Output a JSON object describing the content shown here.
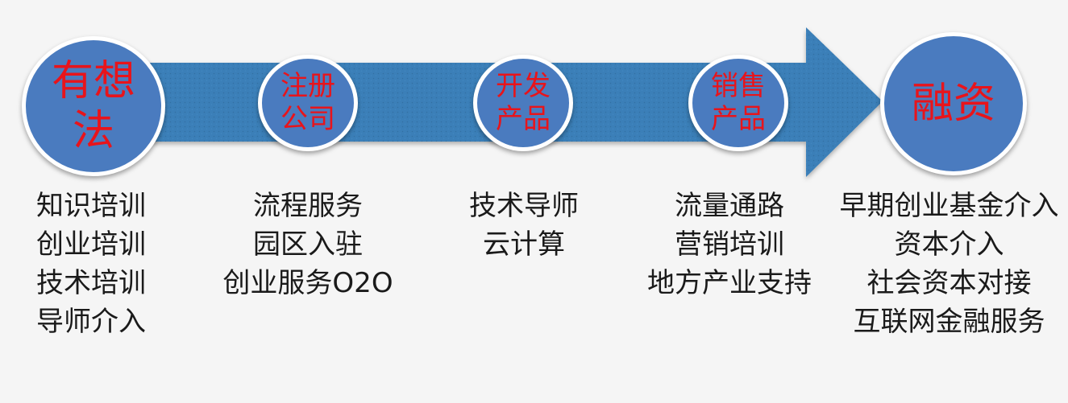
{
  "colors": {
    "arrow": "#3a7fb8",
    "circle_fill": "#4a7bbf",
    "circle_border": "#ffffff",
    "stage_text": "#e8141b",
    "description_text": "#1a1a1a",
    "background": "#f5f5f5"
  },
  "stages": [
    {
      "label": "有想\n法",
      "items": [
        "知识培训",
        "创业培训",
        "技术培训",
        "导师介入"
      ]
    },
    {
      "label": "注册\n公司",
      "items": [
        "流程服务",
        "园区入驻",
        "创业服务O2O"
      ]
    },
    {
      "label": "开发\n产品",
      "items": [
        "技术导师",
        "云计算"
      ]
    },
    {
      "label": "销售\n产品",
      "items": [
        "流量通路",
        "营销培训",
        "地方产业支持"
      ]
    },
    {
      "label": "融资",
      "items": [
        "早期创业基金介入",
        "资本介入",
        "社会资本对接",
        "互联网金融服务"
      ]
    }
  ]
}
